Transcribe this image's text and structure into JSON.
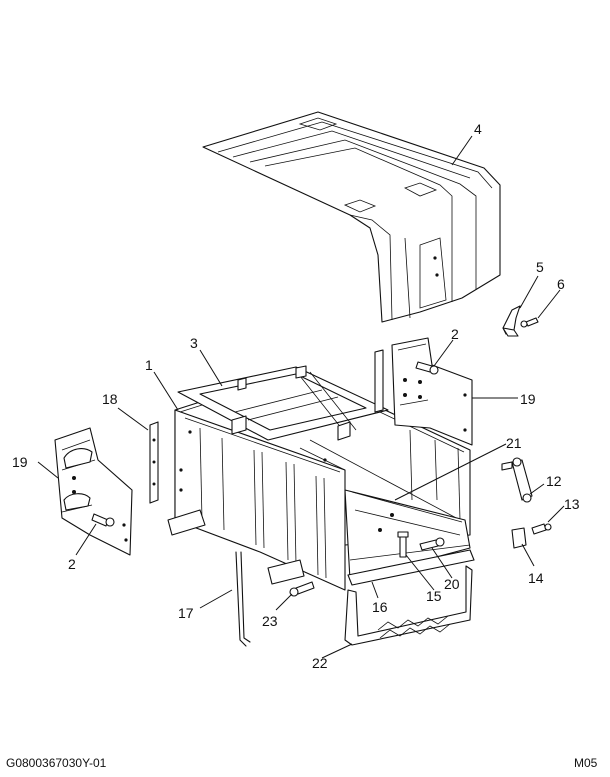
{
  "callouts": {
    "c1": "1",
    "c2a": "2",
    "c2b": "2",
    "c3": "3",
    "c4": "4",
    "c5": "5",
    "c6": "6",
    "c12": "12",
    "c13": "13",
    "c14": "14",
    "c15": "15",
    "c16": "16",
    "c17": "17",
    "c18": "18",
    "c19a": "19",
    "c19b": "19",
    "c20": "20",
    "c21": "21",
    "c22": "22",
    "c23": "23"
  },
  "footer": {
    "drawing_id": "G0800367030Y-01",
    "sheet": "M05"
  }
}
